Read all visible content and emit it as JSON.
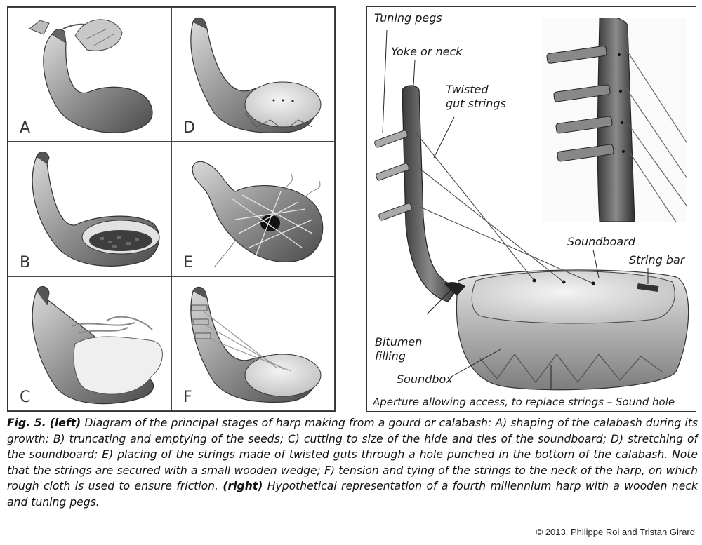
{
  "panels": {
    "A": "A",
    "B": "B",
    "C": "C",
    "D": "D",
    "E": "E",
    "F": "F"
  },
  "labels": {
    "tuning_pegs": "Tuning pegs",
    "yoke": "Yoke or neck",
    "twisted_1": "Twisted",
    "twisted_2": "gut strings",
    "soundboard": "Soundboard",
    "string_bar": "String bar",
    "bitumen_1": "Bitumen",
    "bitumen_2": "filling",
    "soundbox": "Soundbox",
    "aperture": "Aperture allowing access, to replace strings – Sound hole"
  },
  "caption": {
    "fig": "Fig. 5.",
    "left_tag": "(left)",
    "left_text": "Diagram of the principal stages of harp making from a gourd or calabash: A) shaping of the calabash during its growth; B) truncating and emptying of the seeds; C) cutting to size of the hide and ties of the soundboard; D) stretching of the soundboard; E) placing of the strings made of twisted guts through a hole punched in the bottom of the calabash. Note that the strings are secured with a small wooden wedge; F) tension and tying of the strings to the neck of the harp, on which rough cloth is used to ensure friction.",
    "right_tag": "(right)",
    "right_text": "Hypothetical representation of a fourth millennium harp with a wooden neck and tuning pegs."
  },
  "copyright": "© 2013. Philippe Roi and Tristan Girard"
}
